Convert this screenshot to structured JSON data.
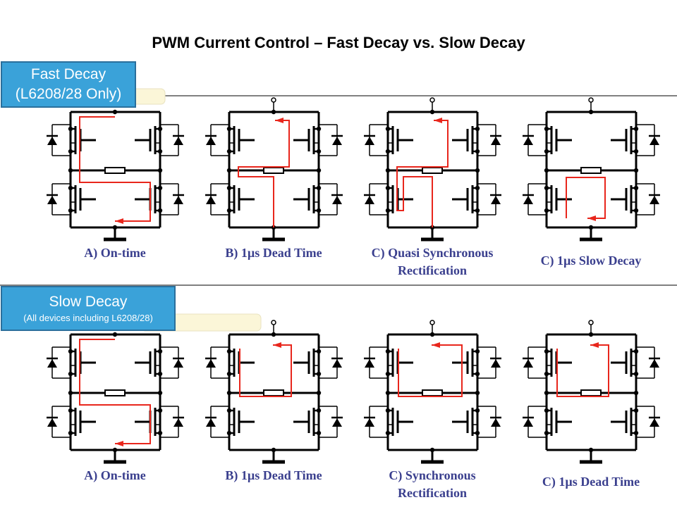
{
  "title": "PWM Current Control – Fast Decay vs. Slow Decay",
  "fast_decay": {
    "label": "Fast Decay",
    "sublabel": "(L6208/28 Only)"
  },
  "slow_decay": {
    "label": "Slow Decay",
    "sublabel": "(All devices including L6208/28)"
  },
  "rows": [
    {
      "captions": [
        [
          "A) On-time"
        ],
        [
          "B) 1µs Dead Time"
        ],
        [
          "C) Quasi Synchronous",
          "Rectification"
        ],
        [
          "C) 1µs Slow Decay"
        ]
      ]
    },
    {
      "captions": [
        [
          "A) On-time"
        ],
        [
          "B) 1µs Dead Time"
        ],
        [
          "C) Synchronous",
          "Rectification"
        ],
        [
          "C) 1µs Dead Time"
        ]
      ]
    }
  ],
  "colors": {
    "current_path": "#e8261c",
    "tag_fill": "#3aa2d9",
    "caption": "#3a3f8e"
  }
}
